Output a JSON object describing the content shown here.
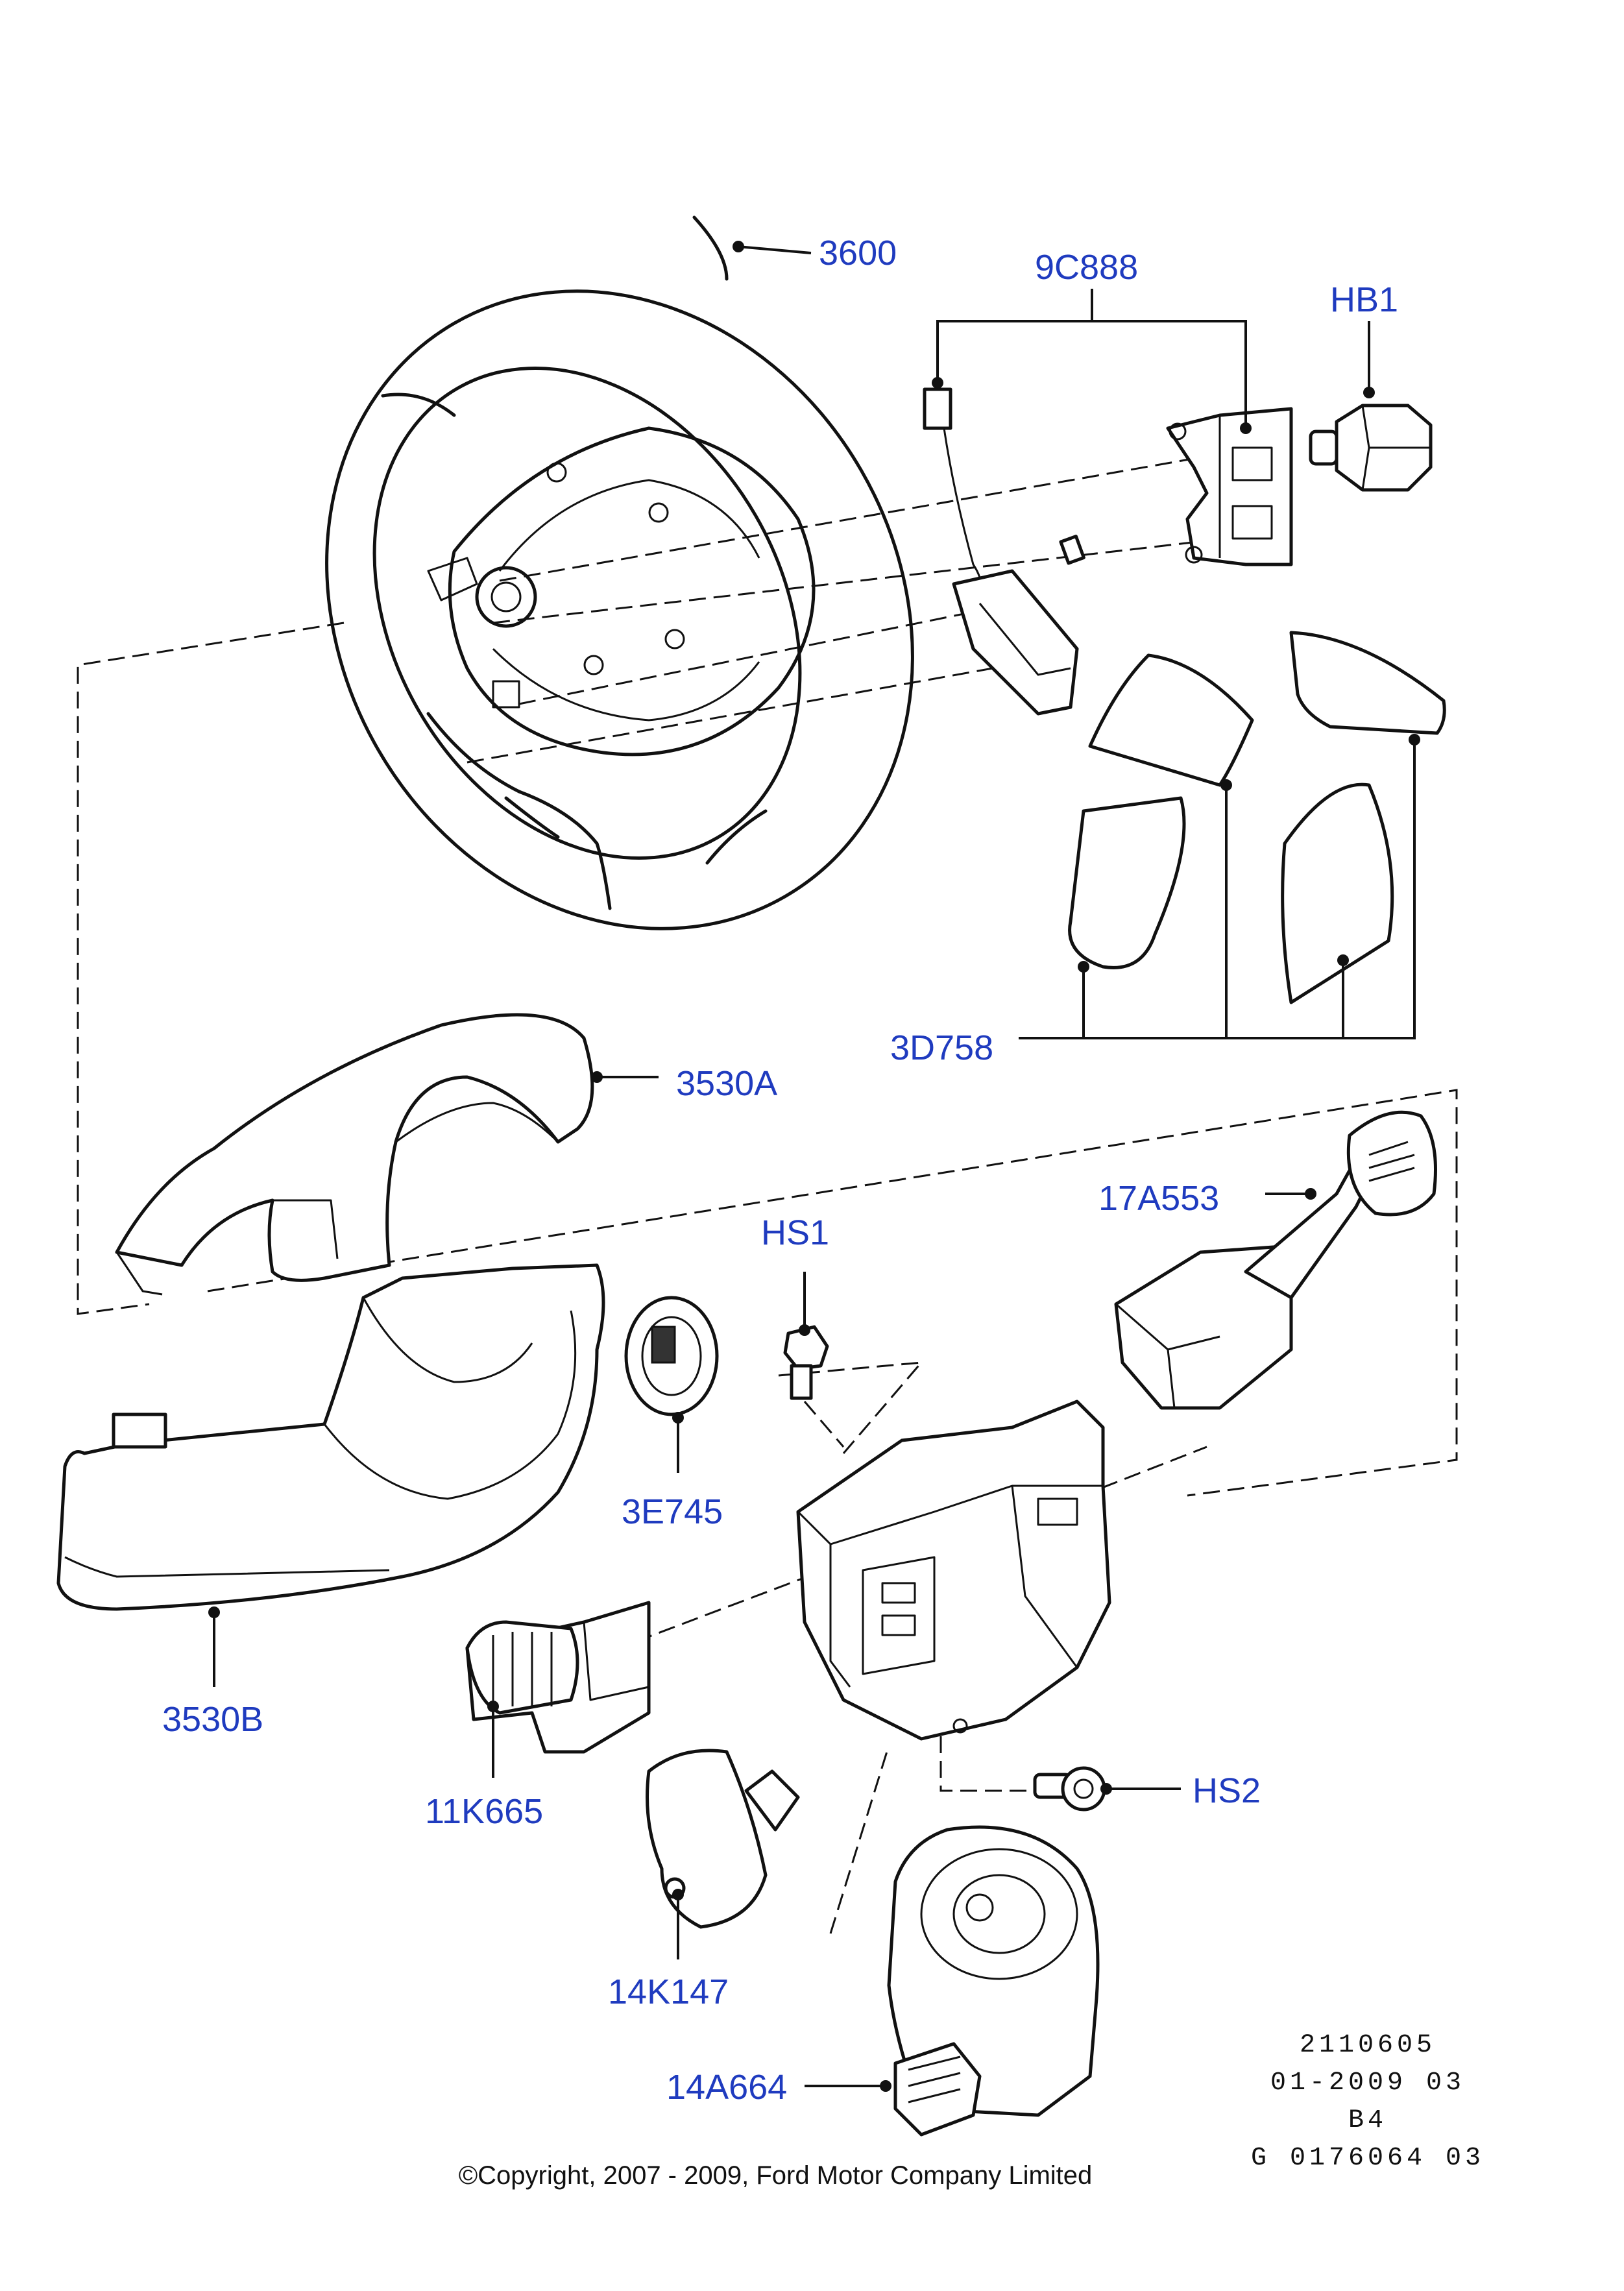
{
  "labels": {
    "steering_wheel": "3600",
    "switch_set": "9C888",
    "bolt_hb1": "HB1",
    "trim_covers": "3D758",
    "upper_shroud": "3530A",
    "lower_shroud": "3530B",
    "wiper_switch": "17A553",
    "screw_hs1": "HS1",
    "ignition_ring": "3E745",
    "light_switch": "11K665",
    "screw_hs2": "HS2",
    "cruise_switch": "14K147",
    "clockspring": "14A664"
  },
  "info_block": {
    "line1": "2110605",
    "line2": "01-2009 03",
    "line3": "B4",
    "line4": "G 0176064 03"
  },
  "copyright": "©Copyright, 2007 - 2009, Ford Motor Company Limited",
  "colors": {
    "label": "#1f3bbf",
    "line": "#111111"
  }
}
